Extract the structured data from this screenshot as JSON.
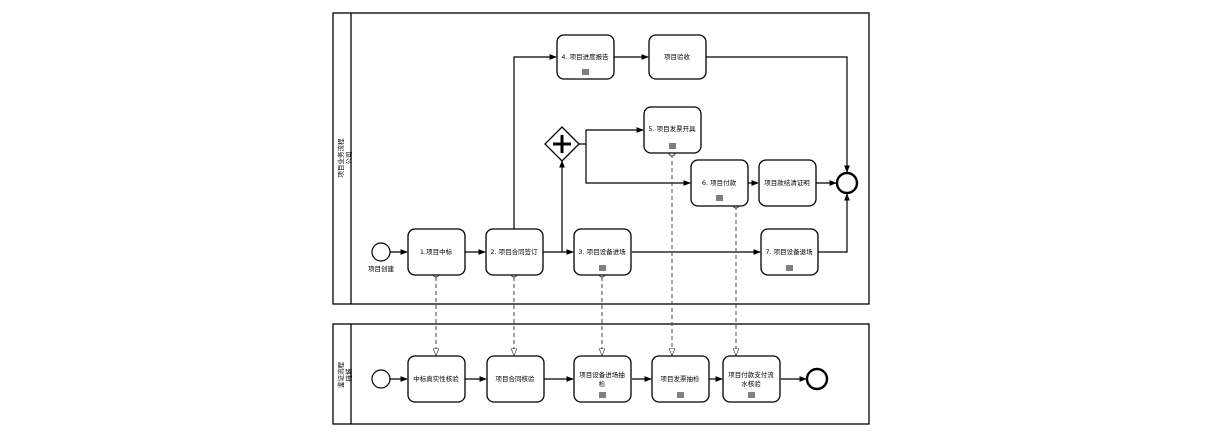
{
  "pools": {
    "top": {
      "name": "项目业务流程",
      "lane": "公司"
    },
    "bottom": {
      "name": "鉴证流程",
      "lane": "链城"
    }
  },
  "events": {
    "top_start_label": "项目创建"
  },
  "tasks": {
    "t1": "1.项目中标",
    "t2": "2. 项目合同签订",
    "t3": "3. 项目设备进场",
    "t4": "4. 项目进度报告",
    "t4b": "项目验收",
    "t5": "5. 项目发票开具",
    "t6": "6. 项目付款",
    "t6b": "项目款结清证明",
    "t7": "7. 项目设备退场",
    "b1": "中标真实性核验",
    "b2": "项目合同核验",
    "b3_line1": "项目设备进场抽",
    "b3_line2": "检",
    "b4": "项目发票抽检",
    "b5_line1": "项目付款支付流",
    "b5_line2": "水核验"
  },
  "colors": {
    "stroke": "#000000",
    "background": "#ffffff",
    "message_flow": "#444444"
  }
}
